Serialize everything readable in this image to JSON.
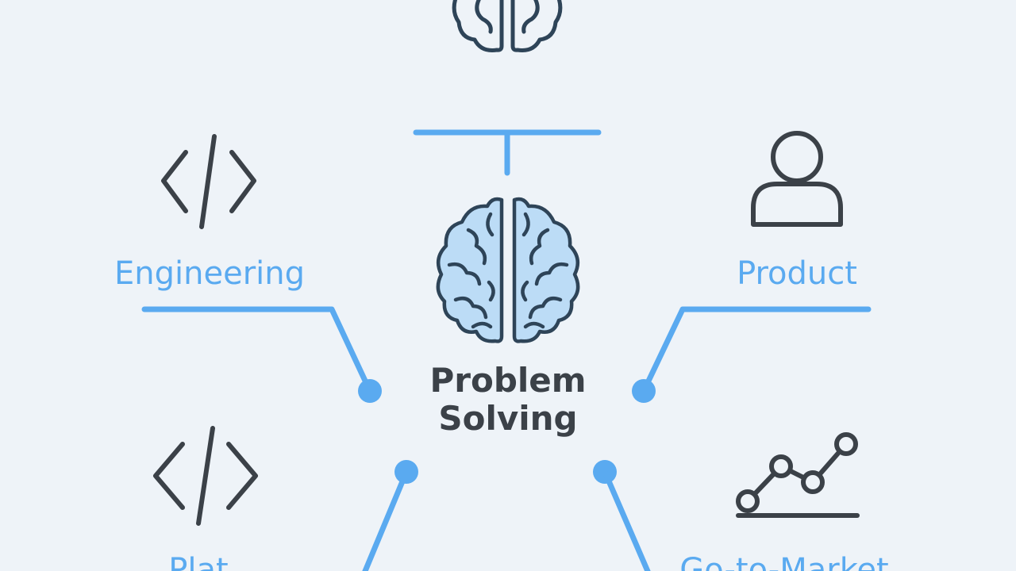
{
  "center": {
    "title_line1": "Problem",
    "title_line2": "Solving",
    "icon": "brain-icon"
  },
  "nodes": {
    "top": {
      "icon": "brain-icon",
      "label": ""
    },
    "engineering": {
      "label": "Engineering",
      "icon": "code-icon"
    },
    "product": {
      "label": "Product",
      "icon": "user-icon"
    },
    "bottom_left": {
      "label": "Plat",
      "icon": "code-icon"
    },
    "go_to_market": {
      "label": "Go-to-Market",
      "icon": "line-chart-icon"
    }
  },
  "colors": {
    "background": "#eef3f8",
    "accent": "#5aaaf0",
    "icon_stroke": "#3b4148",
    "brain_fill": "#bcdcf6",
    "brain_stroke": "#2e4458"
  }
}
